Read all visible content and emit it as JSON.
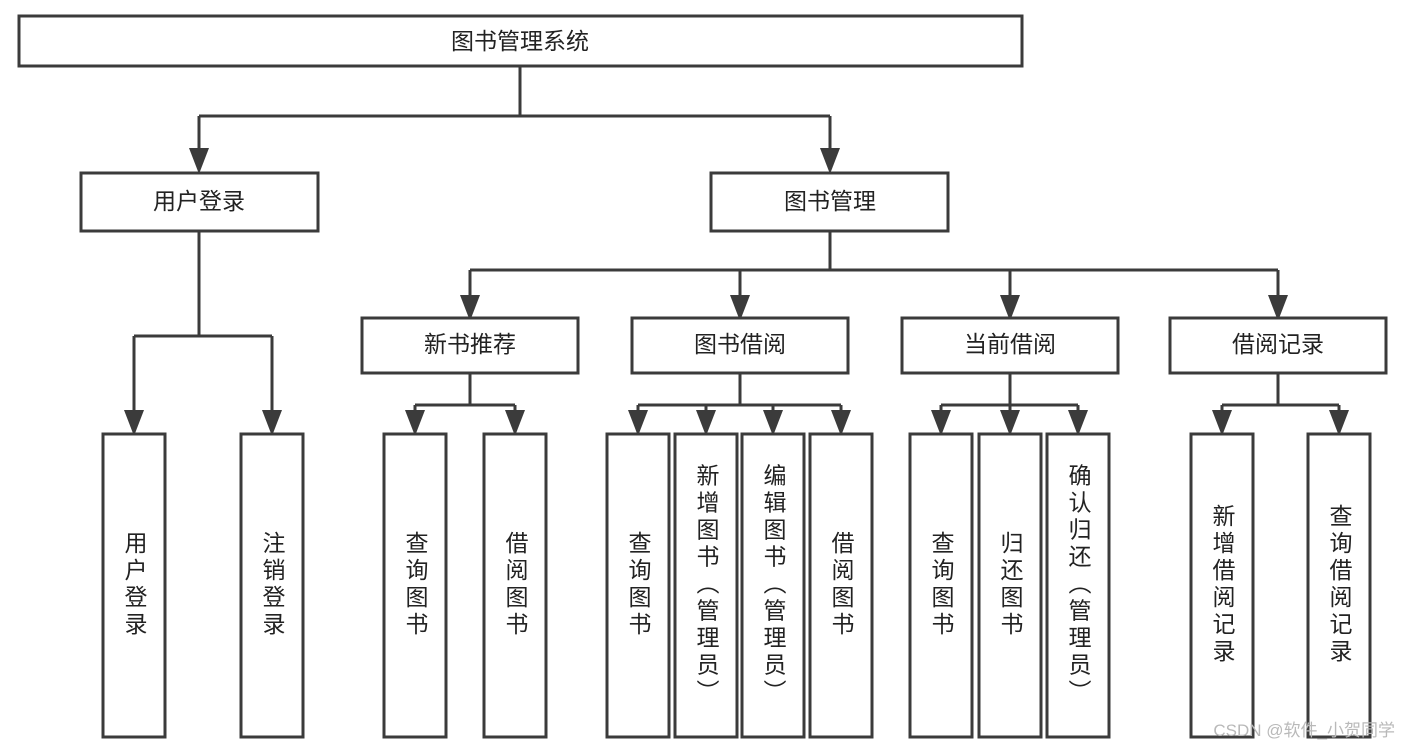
{
  "diagram": {
    "type": "tree-hierarchy",
    "title": "图书管理系统",
    "root": {
      "id": "root",
      "label": "图书管理系统",
      "orientation": "horizontal"
    },
    "level2": [
      {
        "id": "user-login",
        "label": "用户登录",
        "orientation": "horizontal"
      },
      {
        "id": "book-manage",
        "label": "图书管理",
        "orientation": "horizontal"
      }
    ],
    "level3": [
      {
        "id": "new-book-recommend",
        "label": "新书推荐",
        "parent": "book-manage",
        "orientation": "horizontal"
      },
      {
        "id": "book-borrow",
        "label": "图书借阅",
        "parent": "book-manage",
        "orientation": "horizontal"
      },
      {
        "id": "current-borrow",
        "label": "当前借阅",
        "parent": "book-manage",
        "orientation": "horizontal"
      },
      {
        "id": "borrow-record",
        "label": "借阅记录",
        "parent": "book-manage",
        "orientation": "horizontal"
      }
    ],
    "leaves": {
      "user-login": [
        {
          "id": "leaf-user-login",
          "label": "用户登录"
        },
        {
          "id": "leaf-user-logout",
          "label": "注销登录"
        }
      ],
      "new-book-recommend": [
        {
          "id": "leaf-query-book-1",
          "label": "查询图书"
        },
        {
          "id": "leaf-borrow-book-1",
          "label": "借阅图书"
        }
      ],
      "book-borrow": [
        {
          "id": "leaf-query-book-2",
          "label": "查询图书"
        },
        {
          "id": "leaf-add-book",
          "label": "新增图书（管理员）"
        },
        {
          "id": "leaf-edit-book",
          "label": "编辑图书（管理员）"
        },
        {
          "id": "leaf-borrow-book-2",
          "label": "借阅图书"
        }
      ],
      "current-borrow": [
        {
          "id": "leaf-query-book-3",
          "label": "查询图书"
        },
        {
          "id": "leaf-return-book",
          "label": "归还图书"
        },
        {
          "id": "leaf-confirm-return",
          "label": "确认归还（管理员）"
        }
      ],
      "borrow-record": [
        {
          "id": "leaf-add-record",
          "label": "新增借阅记录"
        },
        {
          "id": "leaf-query-record",
          "label": "查询借阅记录"
        }
      ]
    },
    "colors": {
      "stroke": "#3b3b3b",
      "fill": "#ffffff",
      "text": "#222222",
      "watermark": "#b9b9b9"
    }
  },
  "watermark": {
    "text": "CSDN @软件_小贺同学"
  }
}
